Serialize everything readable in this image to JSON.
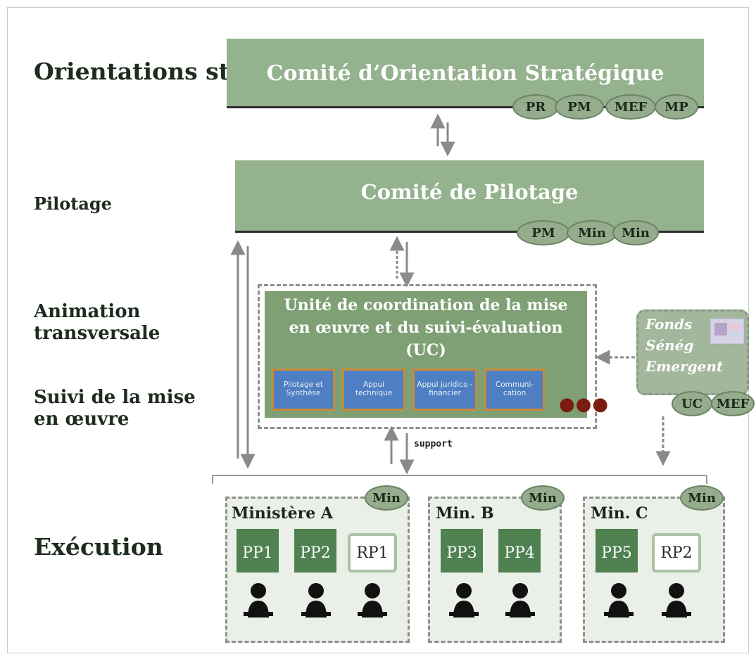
{
  "levels": {
    "orientations": "Orientations stratégiques",
    "pilotage": "Pilotage",
    "animation": "Animation transversale",
    "suivi": "Suivi de la mise en œuvre",
    "execution": "Exécution"
  },
  "cos": {
    "title": "Comité d’Orientation Stratégique",
    "members": [
      "PR",
      "PM",
      "MEF",
      "MP"
    ]
  },
  "pilotage": {
    "title": "Comité de Pilotage",
    "members": [
      "PM",
      "Min",
      "Min"
    ]
  },
  "uc": {
    "title_line1": "Unité de coordination de la mise",
    "title_line2": "en œuvre et du suivi-évaluation",
    "title_line3": "(UC)",
    "units": [
      "Pilotage et Synthèse",
      "Appui technique",
      "Appui juridico - financier",
      "Communi- cation"
    ],
    "more": "●●●"
  },
  "fonds": {
    "line1": "Fonds",
    "line2": "Sénég",
    "line3": "Emergent",
    "members": [
      "UC",
      "MEF"
    ]
  },
  "support_label": "support",
  "ministries": [
    {
      "name": "Ministère A",
      "badge": "Min",
      "items": [
        "PP1",
        "PP2",
        "RP1"
      ]
    },
    {
      "name": "Min. B",
      "badge": "Min",
      "items": [
        "PP3",
        "PP4"
      ]
    },
    {
      "name": "Min. C",
      "badge": "Min",
      "items": [
        "PP5",
        "RP2"
      ]
    }
  ],
  "colors": {
    "band_green": "#93b28d",
    "uc_green": "#7ea074",
    "unit_blue": "#4e7fc2",
    "pp_green": "#4f8151"
  }
}
